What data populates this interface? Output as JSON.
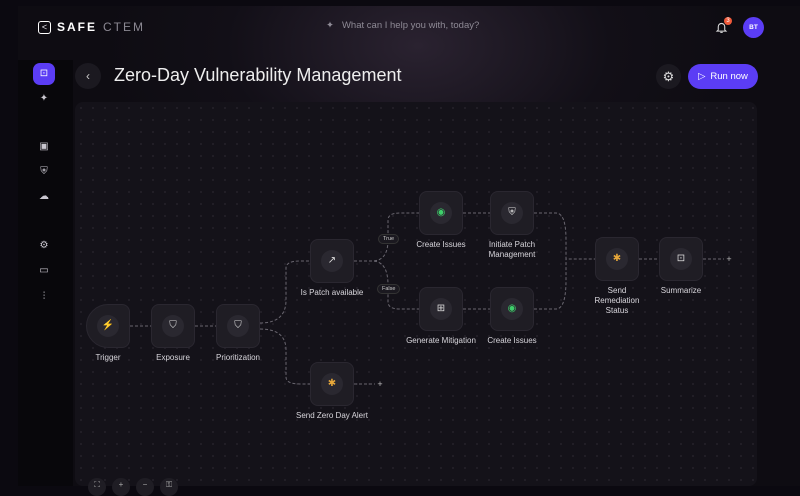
{
  "header": {
    "logo_brand": "SAFE",
    "logo_product": "CTEM",
    "search_placeholder": "What can I help you with, today?",
    "notification_count": "3",
    "avatar_initials": "BT"
  },
  "page": {
    "title": "Zero-Day Vulnerability Management",
    "run_label": "Run now"
  },
  "sidebar": {
    "icons": [
      "workflow-icon",
      "sparkle-icon",
      "board-icon",
      "shield-search-icon",
      "cloud-icon",
      "rocket-icon",
      "folder-add-icon",
      "sliders-icon"
    ]
  },
  "workflow": {
    "nodes": [
      {
        "id": "trigger",
        "label": "Trigger",
        "icon": "⚡"
      },
      {
        "id": "exposure",
        "label": "Exposure",
        "icon": "⛉"
      },
      {
        "id": "prioritization",
        "label": "Prioritization",
        "icon": "⛉"
      },
      {
        "id": "patch",
        "label": "Is Patch available",
        "icon": "↗"
      },
      {
        "id": "alert",
        "label": "Send Zero Day Alert",
        "icon": "✱"
      },
      {
        "id": "issues1",
        "label": "Create Issues",
        "icon": "◉"
      },
      {
        "id": "initpatch",
        "label": "Initiate Patch Management",
        "icon": "⛨"
      },
      {
        "id": "mitigation",
        "label": "Generate Mitigation",
        "icon": "⊞"
      },
      {
        "id": "issues2",
        "label": "Create Issues",
        "icon": "◉"
      },
      {
        "id": "remediation",
        "label": "Send Remediation Status",
        "icon": "✱"
      },
      {
        "id": "summarize",
        "label": "Summarize",
        "icon": "⊡"
      }
    ],
    "branch_true": "True",
    "branch_false": "False"
  },
  "colors": {
    "accent": "#5b3df5",
    "badge": "#f05a3a",
    "jira_green": "#3ecf6a"
  }
}
